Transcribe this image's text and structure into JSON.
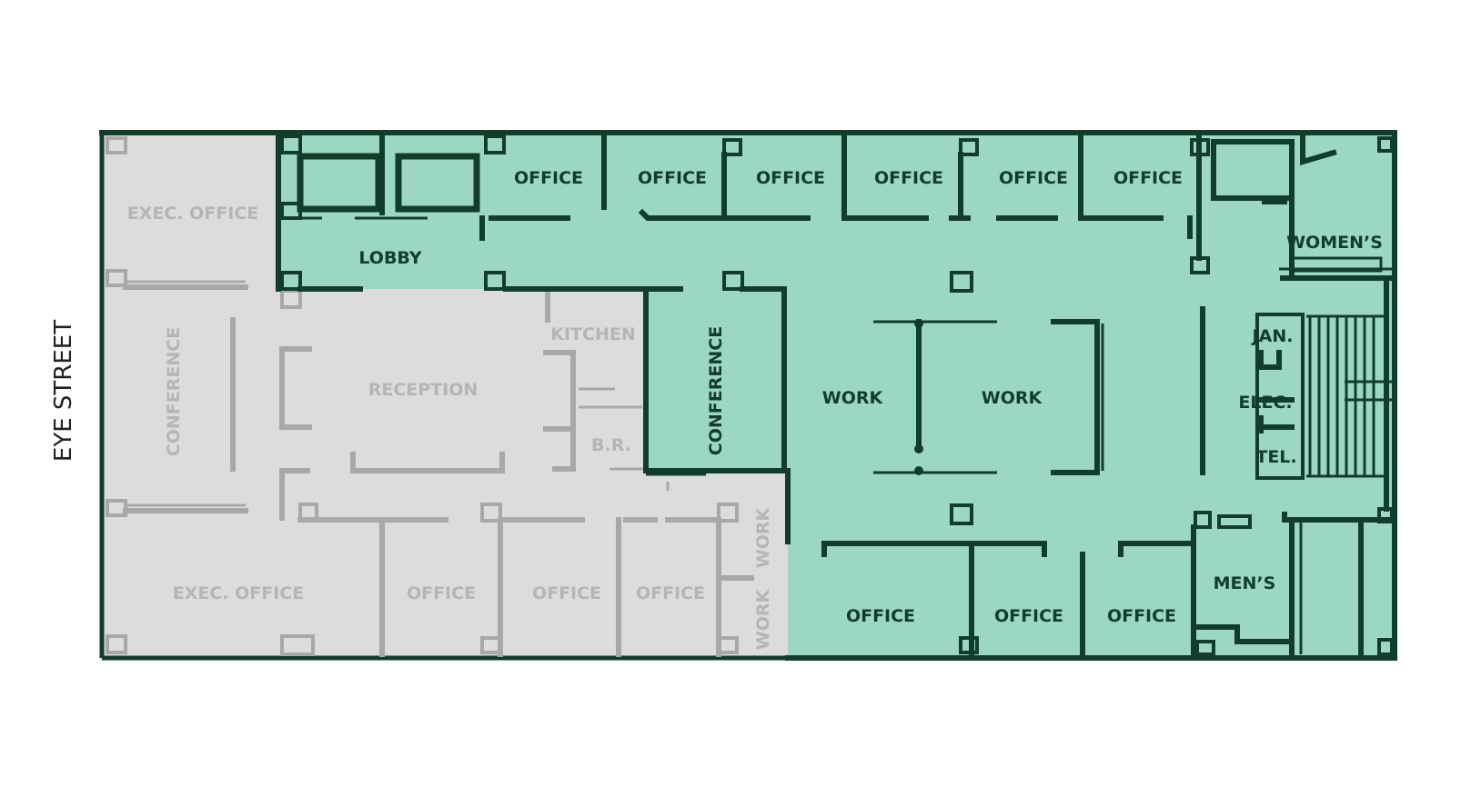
{
  "street_label": "EYE STREET",
  "colors": {
    "available_fill": "#9cd6c5",
    "existing_fill": "#dcdcdc",
    "dark_wall": "#123d2b",
    "gray_wall": "#a8a8a8"
  },
  "rooms": {
    "exec_office_top": "EXEC. OFFICE",
    "conference_left": "CONFERENCE",
    "reception": "RECEPTION",
    "kitchen": "KITCHEN",
    "br": "B.R.",
    "exec_office_bottom": "EXEC. OFFICE",
    "office_gray_1": "OFFICE",
    "office_gray_2": "OFFICE",
    "office_gray_3": "OFFICE",
    "work_gray_1": "WORK",
    "work_gray_2": "WORK",
    "lobby": "LOBBY",
    "office_top_1": "OFFICE",
    "office_top_2": "OFFICE",
    "office_top_3": "OFFICE",
    "office_top_4": "OFFICE",
    "office_top_5": "OFFICE",
    "office_top_6": "OFFICE",
    "womens": "WOMEN’S",
    "conference_center": "CONFERENCE",
    "work_1": "WORK",
    "work_2": "WORK",
    "jan": "JAN.",
    "elec": "ELEC.",
    "tel": "TEL.",
    "office_bottom_1": "OFFICE",
    "office_bottom_2": "OFFICE",
    "office_bottom_3": "OFFICE",
    "mens": "MEN’S"
  }
}
